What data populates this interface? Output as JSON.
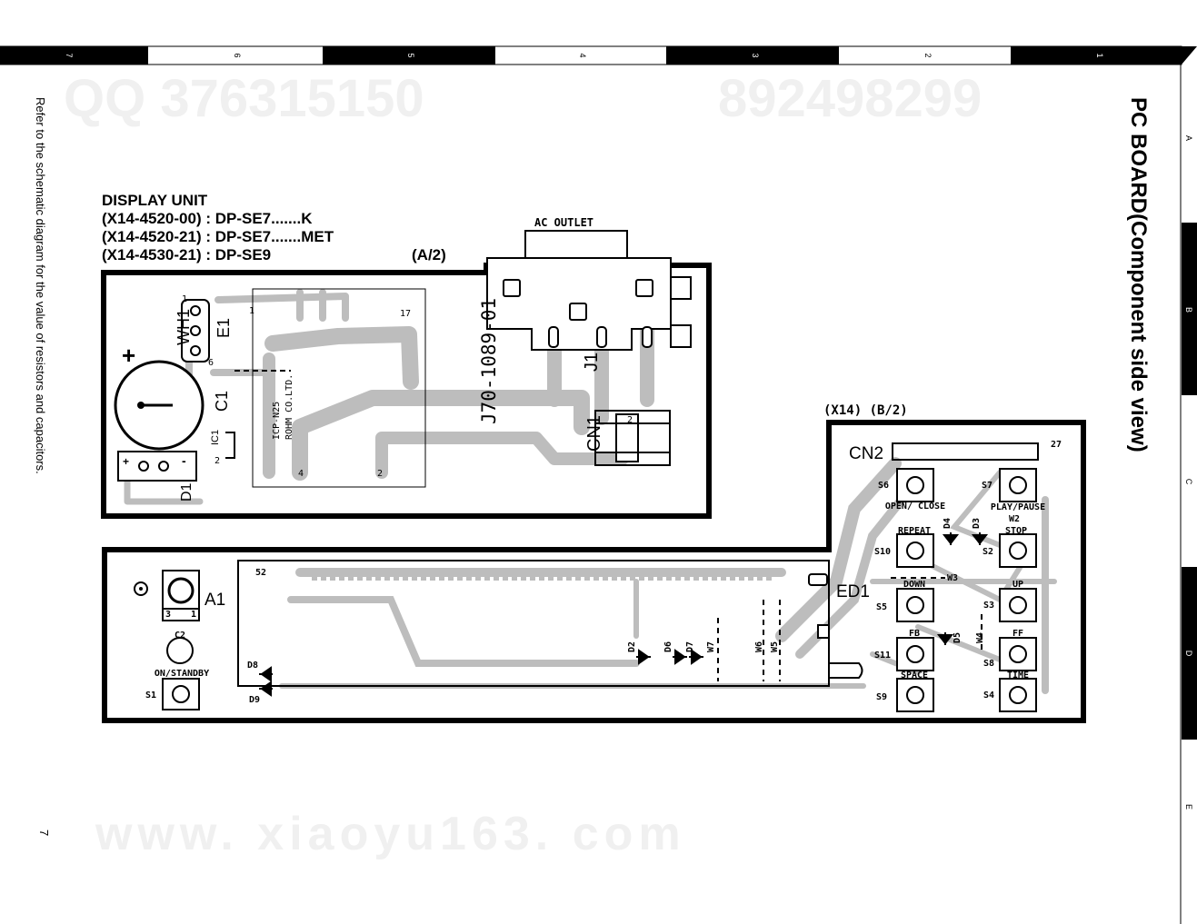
{
  "page_number": "7",
  "side_note": "Refer to the schematic diagram for the value of resistors and capacitors.",
  "title": "PC BOARD(Component side view)",
  "grid": {
    "columns": [
      "7",
      "6",
      "5",
      "4",
      "3",
      "2",
      "1"
    ],
    "rows": [
      "A",
      "B",
      "C",
      "D",
      "E"
    ]
  },
  "display_unit": {
    "heading": "DISPLAY UNIT",
    "lines": [
      "(X14-4520-00) : DP-SE7.......K",
      "(X14-4520-21) : DP-SE7.......MET",
      "(X14-4530-21) : DP-SE9"
    ],
    "section": "(A/2)"
  },
  "board_a": {
    "ac_outlet": "AC OUTLET",
    "part_number": "J70-1089-01",
    "labels": [
      "WH1",
      "E1",
      "C1",
      "IC1",
      "D1",
      "J1",
      "CN1",
      "ICP-N25",
      "ROHM CO.LTD."
    ],
    "pins": [
      "1",
      "17",
      "6",
      "2",
      "4",
      "2",
      "1",
      "2",
      "+",
      "-",
      "+"
    ]
  },
  "board_b": {
    "section": "(X14) (B/2)",
    "labels": [
      "CN2",
      "27",
      "ED1",
      "A1",
      "C2",
      "D2",
      "D3",
      "D4",
      "D5",
      "D6",
      "D7",
      "D8",
      "D9",
      "W2",
      "W3",
      "W4",
      "W5",
      "W6",
      "W7",
      "S2",
      "S3",
      "S4",
      "S5",
      "S6",
      "S7",
      "S8",
      "S9",
      "S10",
      "S11",
      "S1",
      "52",
      "3",
      "1"
    ],
    "buttons": [
      {
        "id": "S6",
        "label": "OPEN/ CLOSE"
      },
      {
        "id": "S7",
        "label": "PLAY/PAUSE"
      },
      {
        "id": "S10",
        "label": "REPEAT"
      },
      {
        "id": "S2",
        "label": "STOP"
      },
      {
        "id": "S5",
        "label": "DOWN"
      },
      {
        "id": "S3",
        "label": "UP"
      },
      {
        "id": "S11",
        "label": "FB"
      },
      {
        "id": "S8",
        "label": "FF"
      },
      {
        "id": "S9",
        "label": "SPACE"
      },
      {
        "id": "S4",
        "label": "TIME"
      },
      {
        "id": "S1",
        "label": "ON/STANDBY"
      }
    ]
  },
  "watermarks": [
    "QQ 376315150",
    "892498299",
    "www. xiaoyu163. com"
  ]
}
